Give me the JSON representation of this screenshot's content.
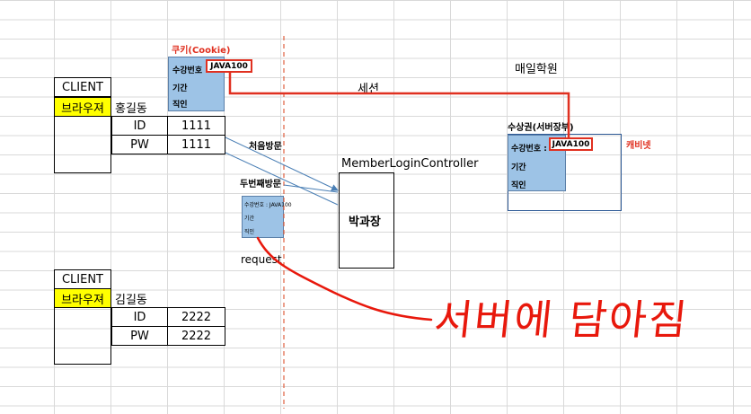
{
  "client1": {
    "header": "CLIENT",
    "browser": "브라우져",
    "name": "홍길동",
    "rows": [
      {
        "key": "ID",
        "value": "1111"
      },
      {
        "key": "PW",
        "value": "1111"
      }
    ]
  },
  "client2": {
    "header": "CLIENT",
    "browser": "브라우져",
    "name": "김길동",
    "rows": [
      {
        "key": "ID",
        "value": "2222"
      },
      {
        "key": "PW",
        "value": "2222"
      }
    ]
  },
  "cookie": {
    "title": "쿠키(Cookie)",
    "line1_label": "수강번호 :",
    "line1_value": "JAVA100",
    "line2": "기간",
    "line3": "직인"
  },
  "session_label": "세션",
  "academy_label": "매일학원",
  "ticket": {
    "title": "수상권(서버장부)",
    "line1_label": "수강번호 :",
    "line1_value": "JAVA100",
    "line2": "기간",
    "line3": "직인"
  },
  "cabinet_label": "캐비넷",
  "first_visit_label": "처음방문",
  "second_visit_label": "두번째방문",
  "request_card": {
    "line1": "수강번호 : JAVA100",
    "line2": "기간",
    "line3": "직인"
  },
  "request_label": "request",
  "controller_label": "MemberLoginController",
  "controller_box_label": "박과장",
  "handwriting": "서버에 담아짐",
  "colors": {
    "red": "#e03020",
    "blue": "#9dc3e6",
    "yellow": "#ffff00",
    "dash": "#e06040",
    "arrow": "#4a7fb5"
  }
}
